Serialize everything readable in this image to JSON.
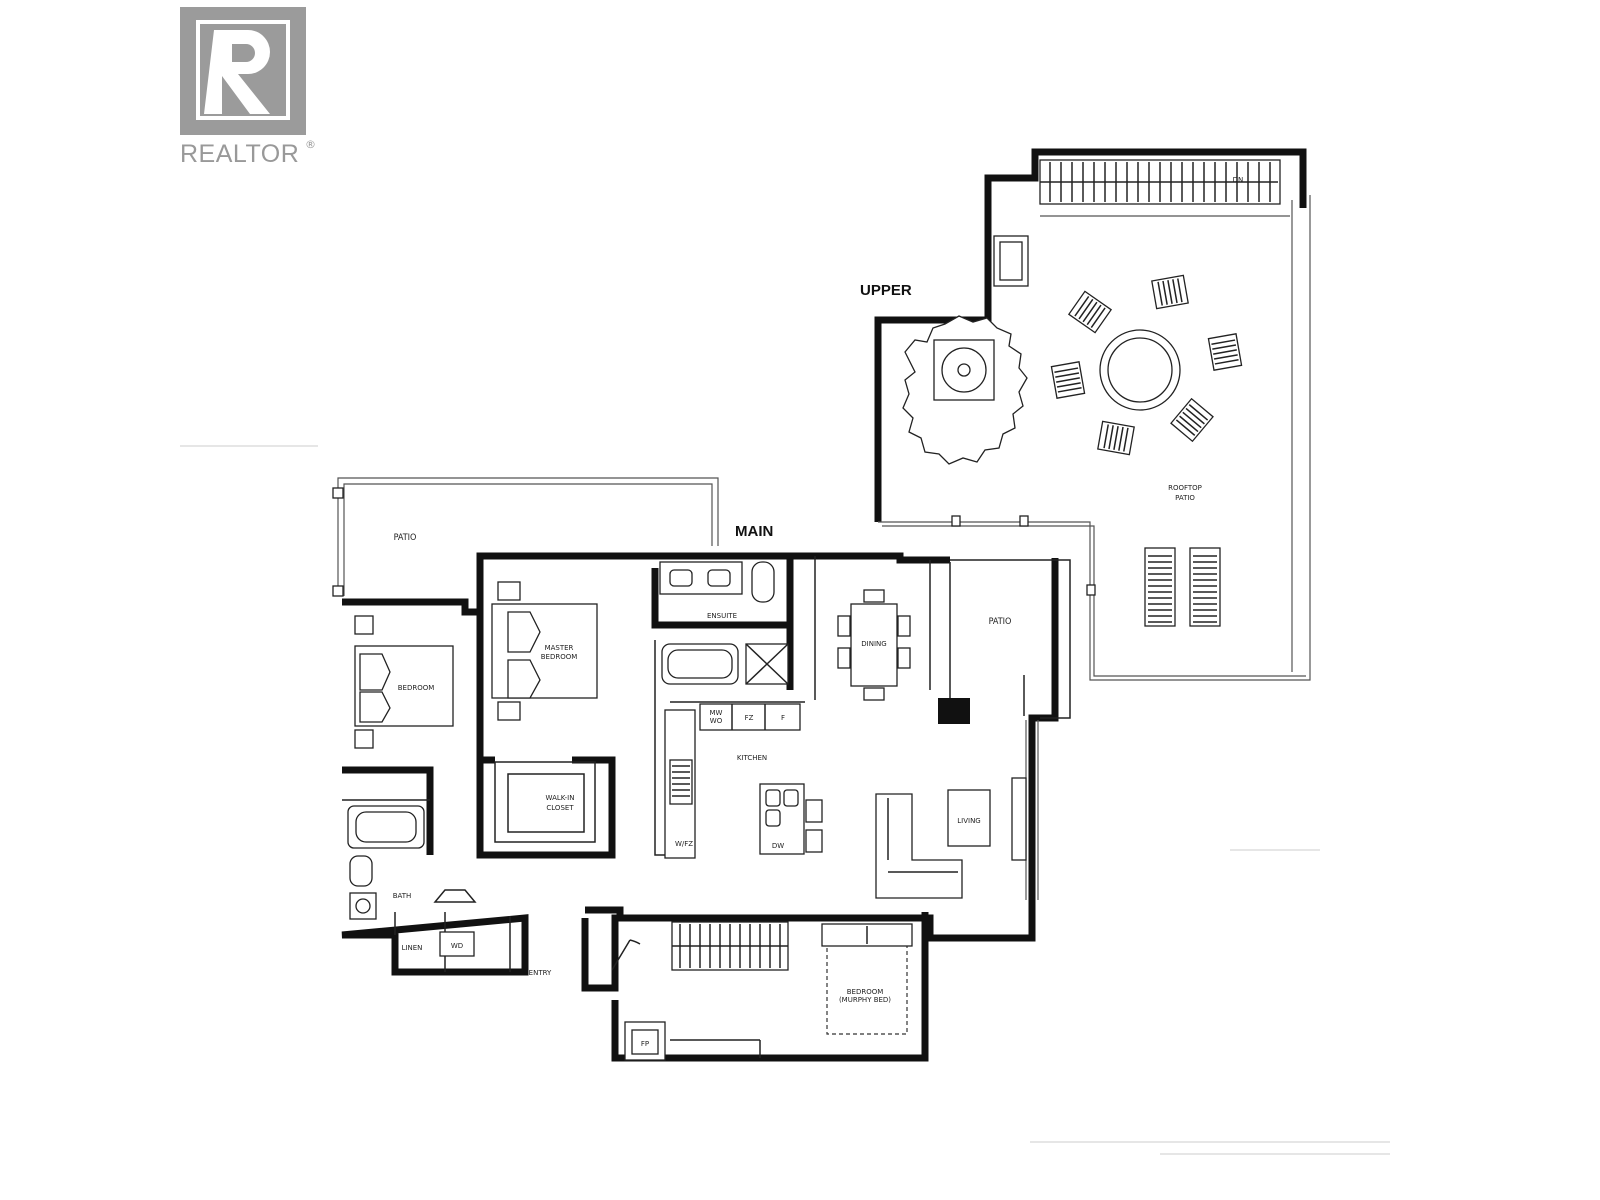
{
  "logo": {
    "name": "realtor-logo",
    "text": "REALTOR",
    "mark": "®",
    "letter": "R",
    "color": "#9b9b9b"
  },
  "floors": {
    "upper": "UPPER",
    "main": "MAIN"
  },
  "rooms": {
    "rooftop_patio_line1": "ROOFTOP",
    "rooftop_patio_line2": "PATIO",
    "patio_left": "PATIO",
    "patio_right": "PATIO",
    "master_bedroom_line1": "MASTER",
    "master_bedroom_line2": "BEDROOM",
    "bedroom": "BEDROOM",
    "ensuite": "ENSUITE",
    "dining": "DINING",
    "kitchen": "KITCHEN",
    "living": "LIVING",
    "walk_in_closet_line1": "WALK-IN",
    "walk_in_closet_line2": "CLOSET",
    "bath": "BATH",
    "linen": "LINEN",
    "wd": "WD",
    "entry": "ENTRY",
    "bedroom_murphy_line1": "BEDROOM",
    "bedroom_murphy_line2": "(MURPHY BED)",
    "fp": "FP",
    "dn": "DN",
    "mw_wo_line1": "MW",
    "mw_wo_line2": "WO",
    "fz": "FZ",
    "f": "F",
    "wf_fz": "W/FZ",
    "dw": "DW"
  },
  "colors": {
    "walls": "#111111",
    "logo": "#9b9b9b"
  }
}
